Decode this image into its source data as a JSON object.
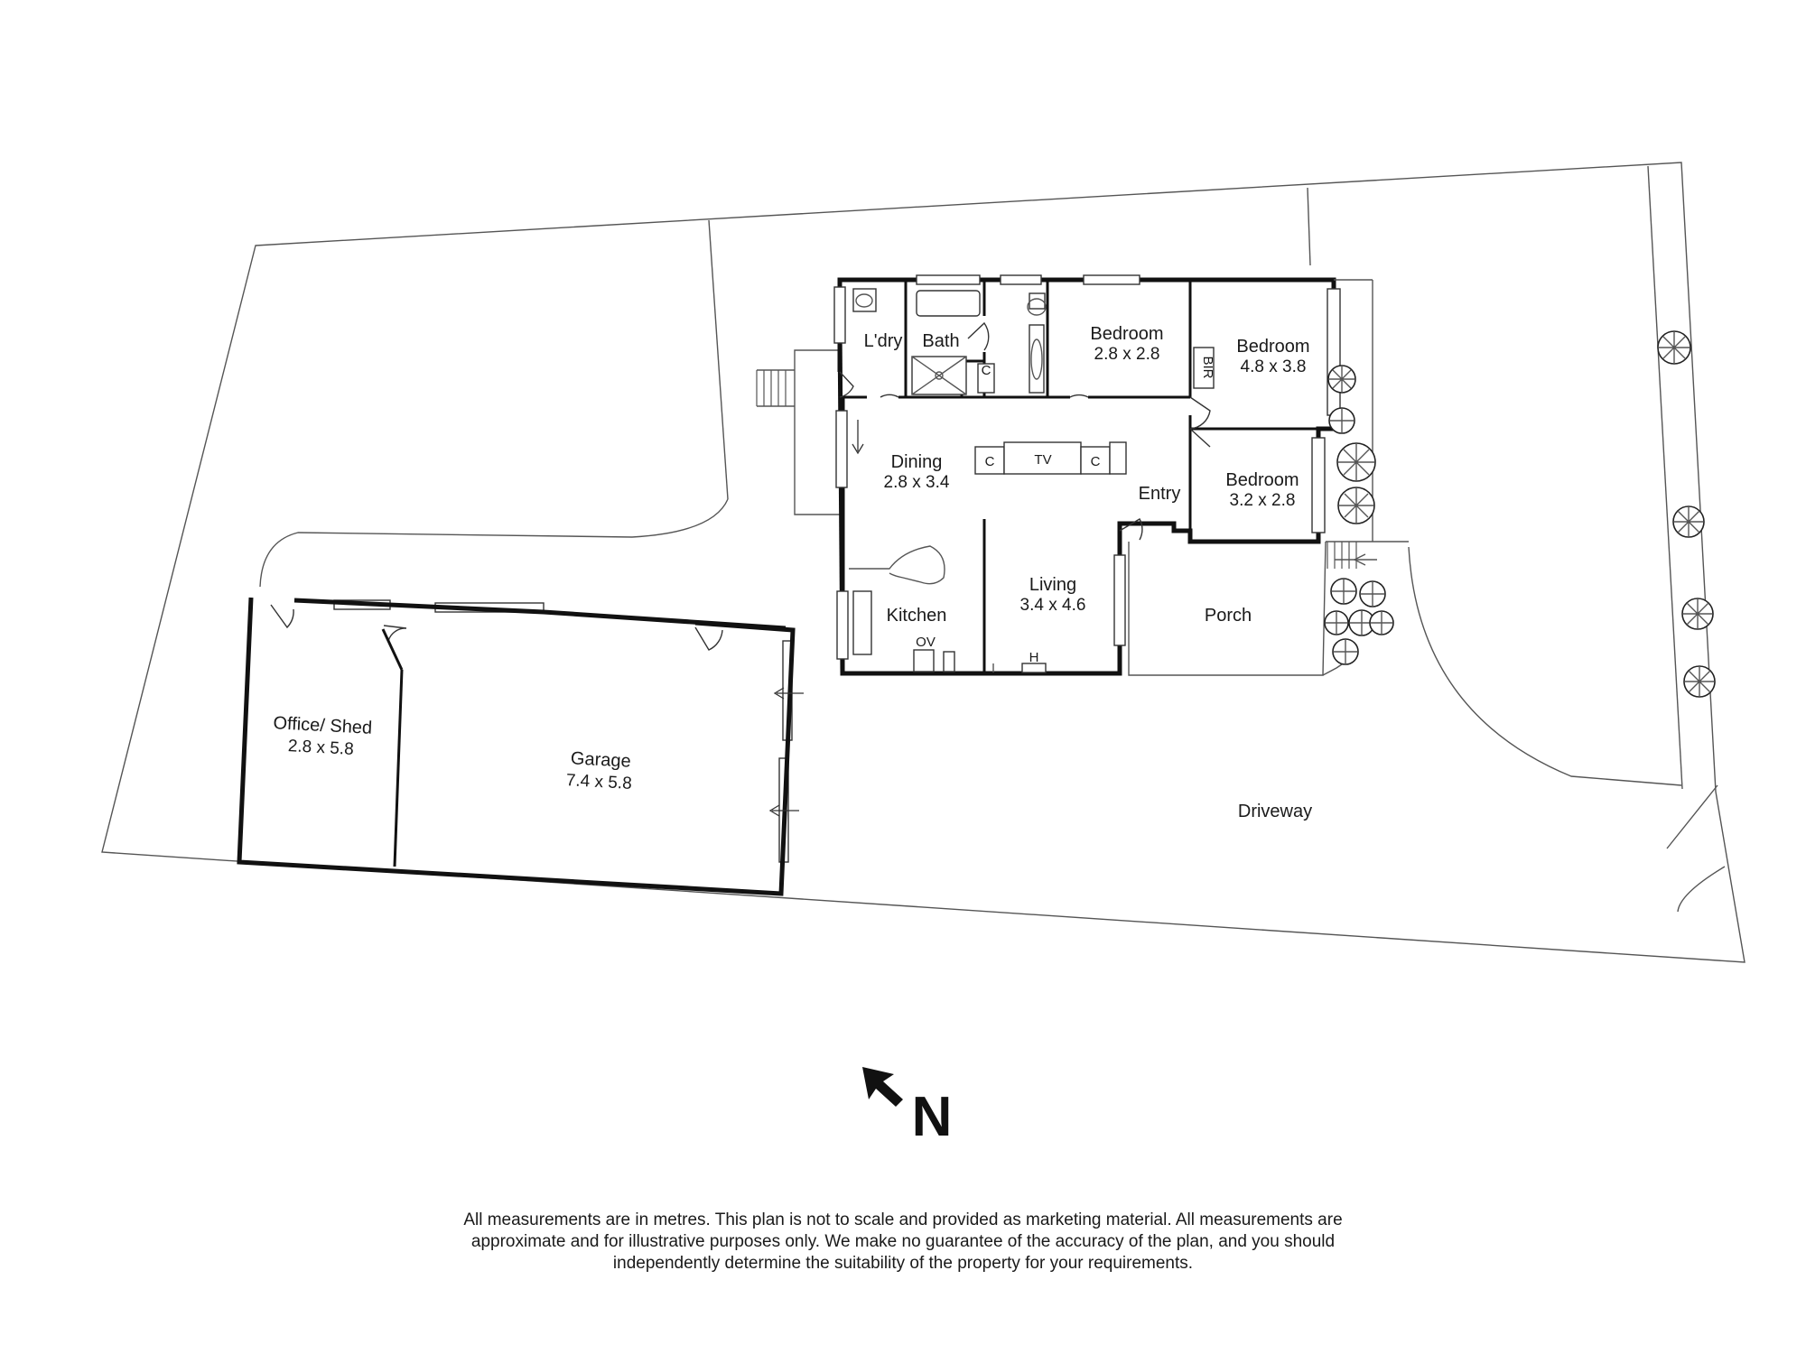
{
  "rooms": {
    "laundry": {
      "name": "L'dry"
    },
    "bath": {
      "name": "Bath"
    },
    "bedroom1": {
      "name": "Bedroom",
      "dims": "2.8 x 2.8"
    },
    "bedroom2": {
      "name": "Bedroom",
      "dims": "4.8 x 3.8"
    },
    "bedroom3": {
      "name": "Bedroom",
      "dims": "3.2 x 2.8"
    },
    "dining": {
      "name": "Dining",
      "dims": "2.8 x 3.4"
    },
    "entry": {
      "name": "Entry"
    },
    "kitchen": {
      "name": "Kitchen"
    },
    "living": {
      "name": "Living",
      "dims": "3.4 x 4.6"
    },
    "porch": {
      "name": "Porch"
    },
    "office": {
      "name": "Office/ Shed",
      "dims": "2.8 x 5.8"
    },
    "garage": {
      "name": "Garage",
      "dims": "7.4 x 5.8"
    },
    "driveway": {
      "name": "Driveway"
    }
  },
  "fixtures": {
    "cupboard": "C",
    "tv": "TV",
    "bir": "BIR",
    "oven": "OV",
    "heater": "H"
  },
  "compass": {
    "label": "N",
    "icon": "north-arrow-icon"
  },
  "disclaimer": {
    "line1": "All measurements are in metres. This plan is not to scale and provided as marketing material. All measurements are",
    "line2": "approximate and for illustrative purposes only. We make no guarantee of the accuracy of the plan, and you should",
    "line3": "independently determine the suitability of the property for your requirements."
  }
}
